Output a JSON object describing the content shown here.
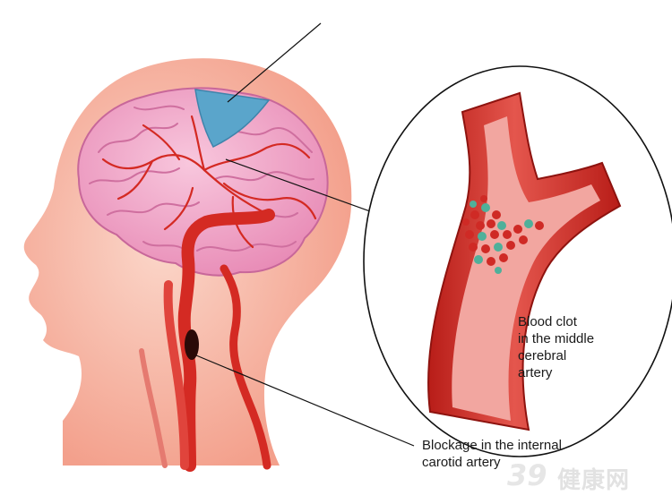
{
  "labels": {
    "clot": [
      "Blood clot",
      "in the middle",
      "cerebral",
      "artery"
    ],
    "blockage": [
      "Blockage in the internal",
      "carotid artery"
    ]
  },
  "watermark": {
    "number": "39",
    "text": "健康网"
  },
  "colors": {
    "head": "#f6b4a2",
    "head_halo": "#fbd3c6",
    "brain": "#f1a9cb",
    "brain_fold": "#d77aa6",
    "artery": "#d42a23",
    "artery_dark": "#9e1612",
    "ischemia": "#5aa5cb",
    "vessel_inner": "#f0a099",
    "clot_red": "#cf2a25",
    "clot_teal": "#4fb09a"
  }
}
